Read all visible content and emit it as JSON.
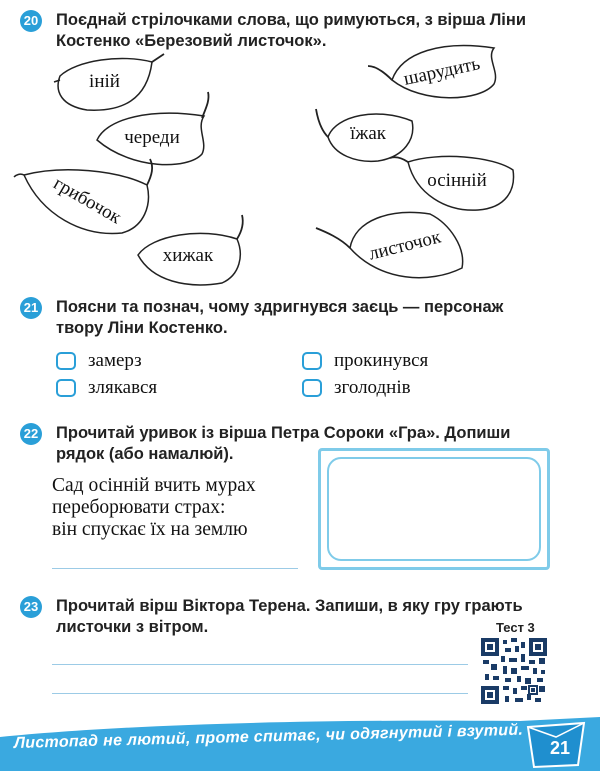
{
  "task20": {
    "number": "20",
    "text_line1": "Поєднай стрілочками слова, що римуються, з вірша Ліни",
    "text_line2": "Костенко «Березовий листочок».",
    "left_leaves": [
      "іній",
      "череди",
      "грибочок",
      "хижак"
    ],
    "right_leaves": [
      "шарудить",
      "їжак",
      "осінній",
      "листочок"
    ]
  },
  "task21": {
    "number": "21",
    "text_line1": "Поясни та познач, чому здригнувся заєць — персонаж",
    "text_line2": "твору Ліни Костенко.",
    "options": [
      "замерз",
      "злякався",
      "прокинувся",
      "зголоднів"
    ]
  },
  "task22": {
    "number": "22",
    "text_line1": "Прочитай уривок із вірша Петра Сороки «Гра». Допиши",
    "text_line2": "рядок (або намалюй).",
    "poem": [
      "Сад осінній вчить мурах",
      "переборювати страх:",
      "він спускає їх на землю"
    ]
  },
  "task23": {
    "number": "23",
    "text_line1": "Прочитай вірш Віктора Терена. Запиши, в яку гру грають",
    "text_line2": "листочки з вітром.",
    "test_label": "Тест 3"
  },
  "footer": {
    "proverb": "Листопад не лютий, проте спитає, чи одягнутий і взутий.",
    "page_number": "21"
  },
  "colors": {
    "accent": "#2a9fd8",
    "footer_band": "#3aa9e0",
    "box_border": "#7fcbe9"
  }
}
